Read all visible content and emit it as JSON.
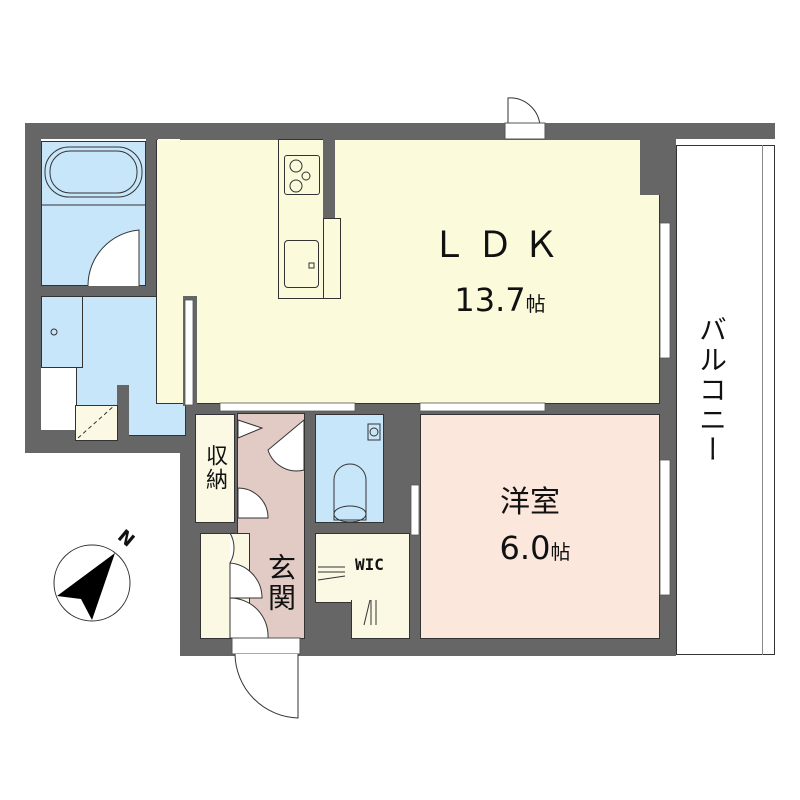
{
  "floorplan": {
    "rooms": [
      {
        "id": "ldk",
        "name": "ＬＤＫ",
        "size": "13.7",
        "unit": "帖"
      },
      {
        "id": "western",
        "name": "洋室",
        "size": "6.0",
        "unit": "帖"
      },
      {
        "id": "balcony",
        "name": "バルコニー"
      },
      {
        "id": "storage",
        "name": "収納"
      },
      {
        "id": "entrance",
        "name": "玄関"
      },
      {
        "id": "wic",
        "name": "WIC"
      }
    ],
    "compass": {
      "label": "N"
    },
    "colors": {
      "wall": "#666666",
      "ldk": "#fbfadb",
      "wet_area": "#c7e6f9",
      "western_room": "#fbe7dc",
      "hall": "#e2cbc4",
      "storage": "#fbf9e4"
    }
  }
}
